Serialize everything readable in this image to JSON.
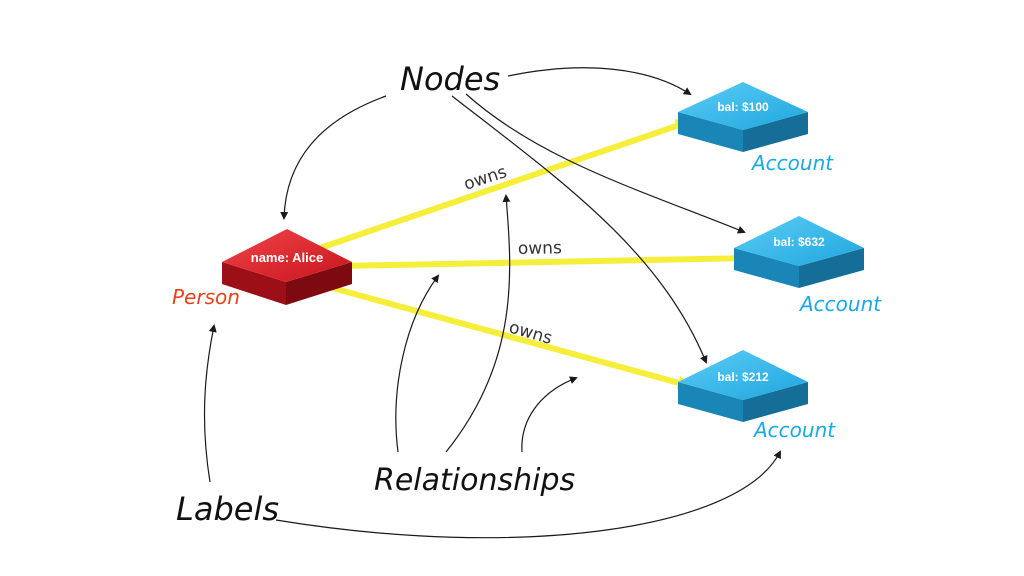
{
  "callouts": {
    "nodes": "Nodes",
    "relationships": "Relationships",
    "labels": "Labels"
  },
  "nodes": {
    "person": {
      "property": "name: Alice",
      "label": "Person"
    },
    "account_1": {
      "property": "bal: $100",
      "label": "Account"
    },
    "account_2": {
      "property": "bal: $632",
      "label": "Account"
    },
    "account_3": {
      "property": "bal: $212",
      "label": "Account"
    }
  },
  "relationships": {
    "rel_1": "owns",
    "rel_2": "owns",
    "rel_3": "owns"
  },
  "colors": {
    "person_node": "#d3262c",
    "person_label": "#e8401c",
    "account_node": "#29a9e0",
    "account_label": "#1aa9e6",
    "relationship": "#f5ee3a",
    "pointer": "#1a1a1a"
  }
}
